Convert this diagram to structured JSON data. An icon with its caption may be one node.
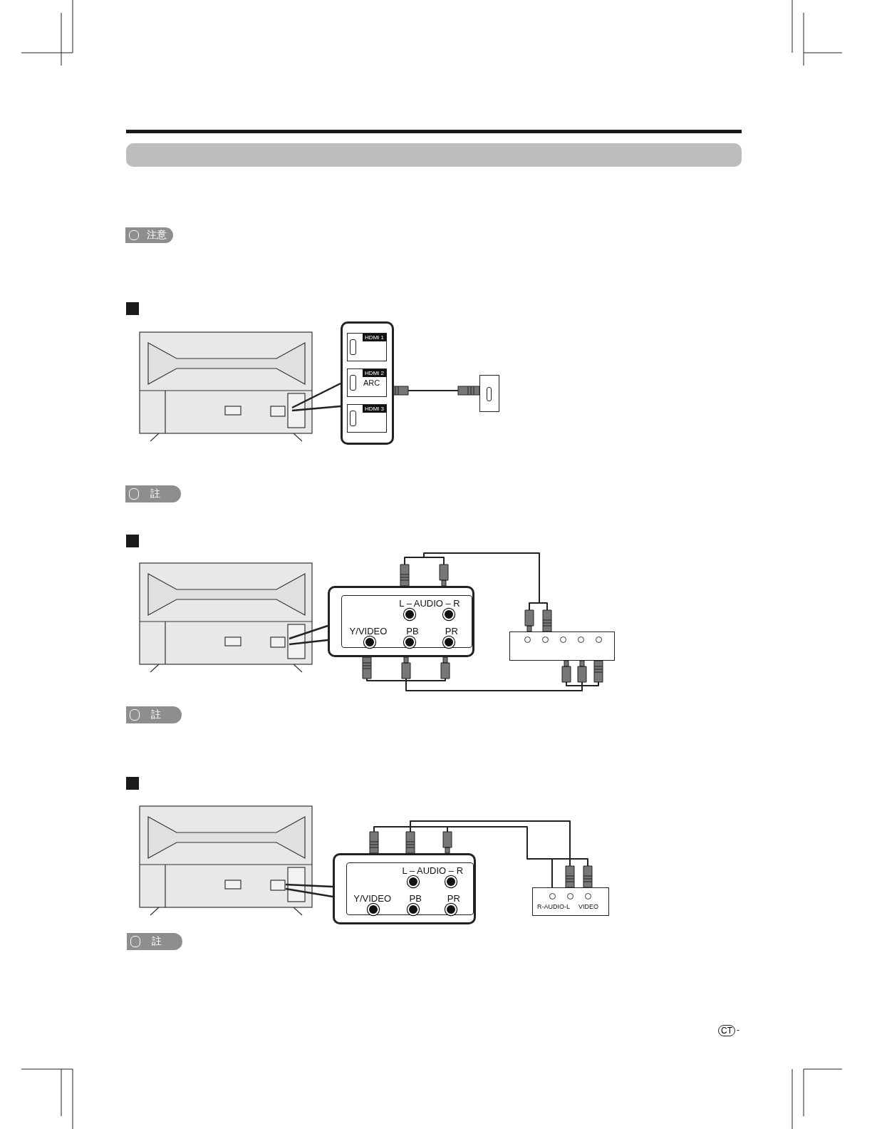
{
  "diagram": {
    "nodes": [
      {
        "text": [],
        "shape": "bar"
      },
      {
        "text": [],
        "shape": "picture"
      },
      {
        "text": [],
        "shape": "box"
      },
      {
        "text": [
          "HDMI 1"
        ],
        "in": 2
      },
      {
        "text": [
          "HDMI 2",
          "ARC"
        ],
        "in": 2
      },
      {
        "text": [
          "HDMI 3"
        ],
        "in": 2
      },
      {
        "text": [],
        "shape": "box"
      },
      {
        "text": [],
        "shape": "picture"
      },
      {
        "text": [
          "L – AUDIO – R",
          "Y/VIDEO",
          "PB",
          "PR"
        ]
      },
      {
        "text": [],
        "shape": "box"
      },
      {
        "text": [],
        "shape": "picture"
      },
      {
        "text": [
          "L – AUDIO – R",
          "Y/VIDEO",
          "PB",
          "PR"
        ]
      },
      {
        "text": [
          "R-AUDIO-L",
          "VIDEO"
        ]
      }
    ],
    "edges": [
      {
        "from": 1,
        "to": 2,
        "arrow": "none"
      },
      {
        "from": 1,
        "to": 2,
        "arrow": "none"
      },
      {
        "from": 4,
        "to": 6,
        "arrow": "other"
      },
      {
        "from": 7,
        "to": 8,
        "arrow": "none"
      },
      {
        "from": 7,
        "to": 8,
        "arrow": "none"
      },
      {
        "from": 8,
        "to": 9,
        "arrow": "other"
      },
      {
        "from": 8,
        "to": 9,
        "arrow": "other"
      },
      {
        "from": 10,
        "to": 11,
        "arrow": "none"
      },
      {
        "from": 10,
        "to": 11,
        "arrow": "none"
      },
      {
        "from": 11,
        "to": 12,
        "arrow": "other"
      },
      {
        "from": 11,
        "to": 12,
        "arrow": "other"
      }
    ],
    "labels": [
      "注意",
      "註",
      "註",
      "註",
      "CT",
      "-"
    ]
  }
}
